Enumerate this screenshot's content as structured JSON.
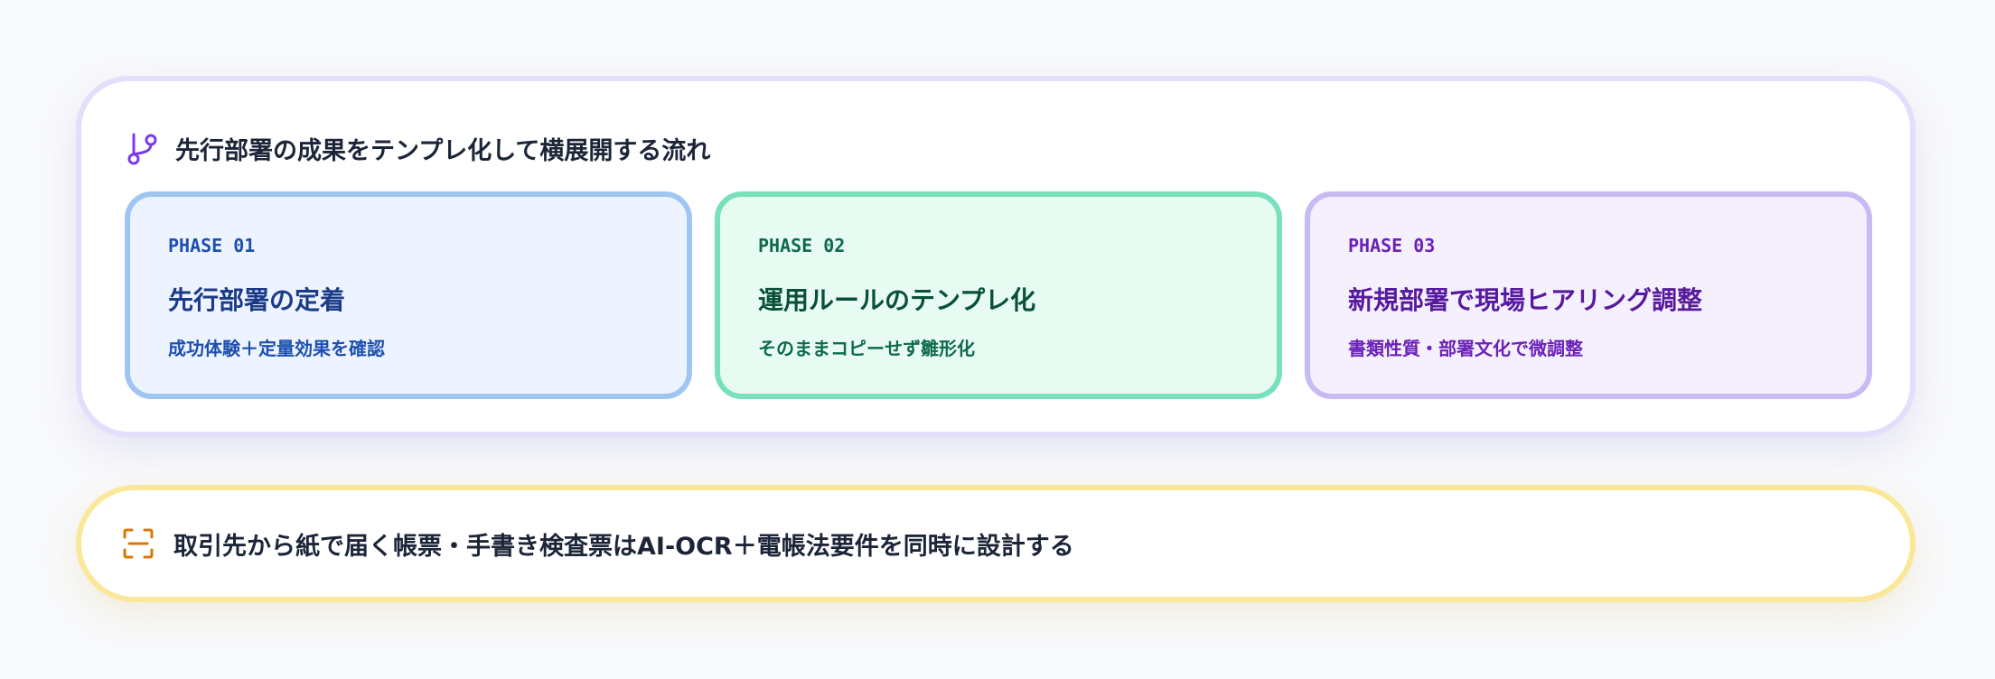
{
  "panel": {
    "icon": "git-branch-icon",
    "title": "先行部署の成果をテンプレ化して横展開する流れ",
    "phases": [
      {
        "label": "PHASE 01",
        "title": "先行部署の定着",
        "description": "成功体験＋定量効果を確認",
        "accent_color": "#9fc5f3"
      },
      {
        "label": "PHASE 02",
        "title": "運用ルールのテンプレ化",
        "description": "そのままコピーせず雛形化",
        "accent_color": "#78e1bb"
      },
      {
        "label": "PHASE 03",
        "title": "新規部署で現場ヒアリング調整",
        "description": "書類性質・部署文化で微調整",
        "accent_color": "#c8baf2"
      }
    ]
  },
  "banner": {
    "icon": "scan-icon",
    "text": "取引先から紙で届く帳票・手書き検査票はAI-OCR＋電帳法要件を同時に設計する",
    "accent_color": "#fae79a"
  }
}
